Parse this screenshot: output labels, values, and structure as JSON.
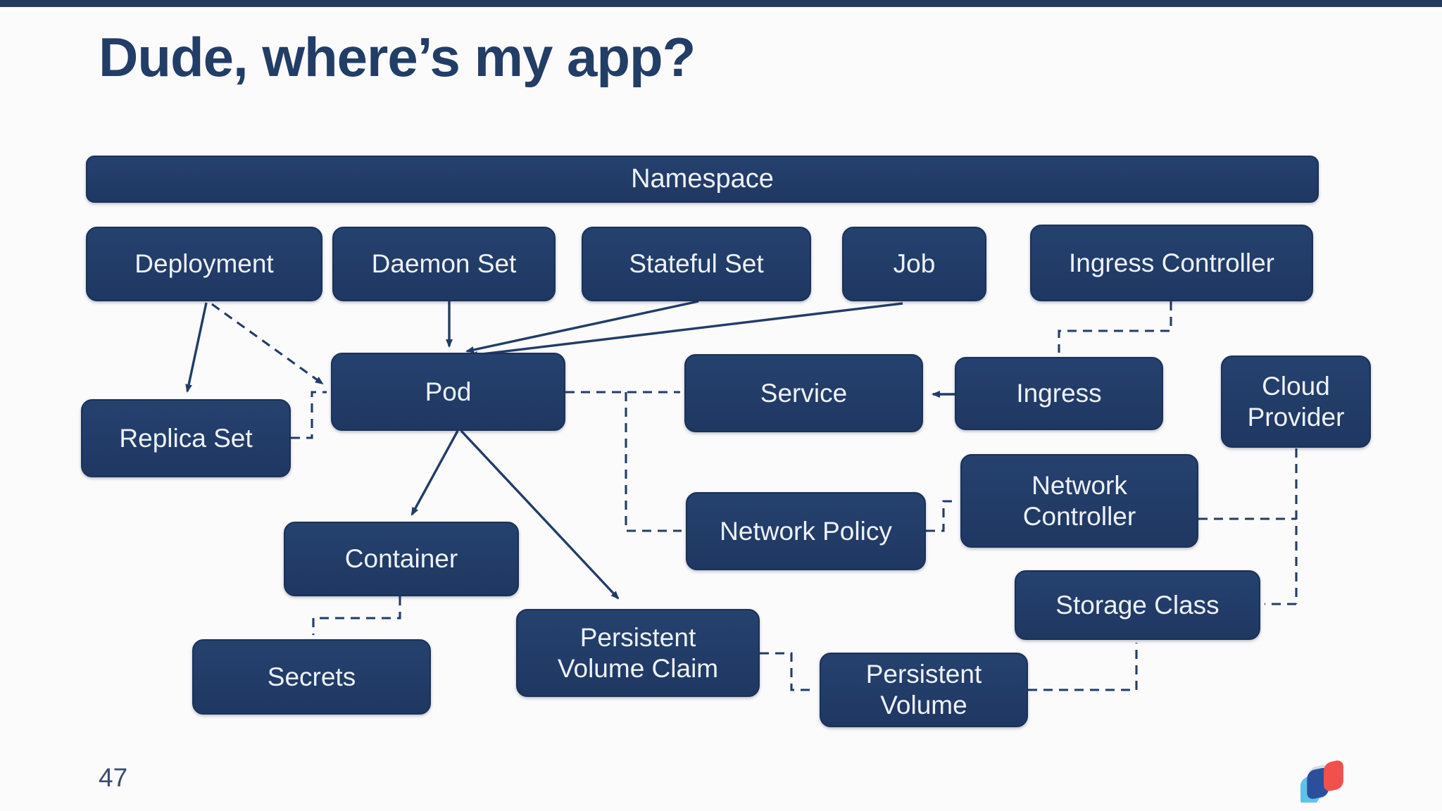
{
  "slide": {
    "title": "Dude, where’s my app?",
    "page_number": "47"
  },
  "theme": {
    "top_bar_color": "#233a5e",
    "node_fill": "#213c67",
    "node_text_color": "#eef2f8",
    "connector_color": "#223c68",
    "title_color": "#223d66",
    "background": "#fbfbfc"
  },
  "diagram": {
    "nodes": {
      "namespace": {
        "label": "Namespace"
      },
      "deployment": {
        "label": "Deployment"
      },
      "daemon-set": {
        "label": "Daemon Set"
      },
      "stateful-set": {
        "label": "Stateful Set"
      },
      "job": {
        "label": "Job"
      },
      "ingress-controller": {
        "label": "Ingress Controller"
      },
      "pod": {
        "label": "Pod"
      },
      "replica-set": {
        "label": "Replica Set"
      },
      "service": {
        "label": "Service"
      },
      "ingress": {
        "label": "Ingress"
      },
      "cloud-provider": {
        "label": "Cloud Provider"
      },
      "network-policy": {
        "label": "Network Policy"
      },
      "network-controller": {
        "label": "Network Controller"
      },
      "container": {
        "label": "Container"
      },
      "storage-class": {
        "label": "Storage Class"
      },
      "secrets": {
        "label": "Secrets"
      },
      "persistent-volume-claim": {
        "label": "Persistent Volume Claim"
      },
      "persistent-volume": {
        "label": "Persistent Volume"
      }
    },
    "edges": [
      {
        "from": "Daemon Set",
        "to": "Pod",
        "style": "solid-arrow"
      },
      {
        "from": "Stateful Set",
        "to": "Pod",
        "style": "solid-arrow"
      },
      {
        "from": "Job",
        "to": "Pod",
        "style": "solid-arrow"
      },
      {
        "from": "Deployment",
        "to": "Replica Set",
        "style": "solid-arrow"
      },
      {
        "from": "Deployment",
        "to": "Pod",
        "style": "dashed-arrow"
      },
      {
        "from": "Replica Set",
        "to": "Pod",
        "style": "dashed"
      },
      {
        "from": "Pod",
        "to": "Service",
        "style": "dashed"
      },
      {
        "from": "Pod",
        "to": "Network Policy",
        "style": "dashed"
      },
      {
        "from": "Ingress",
        "to": "Service",
        "style": "solid-arrow"
      },
      {
        "from": "Ingress Controller",
        "to": "Ingress",
        "style": "dashed"
      },
      {
        "from": "Network Policy",
        "to": "Network Controller",
        "style": "dashed"
      },
      {
        "from": "Network Controller",
        "to": "Cloud Provider",
        "style": "dashed"
      },
      {
        "from": "Cloud Provider",
        "to": "Storage Class",
        "style": "dashed"
      },
      {
        "from": "Pod",
        "to": "Container",
        "style": "solid-arrow"
      },
      {
        "from": "Pod",
        "to": "Persistent Volume Claim",
        "style": "solid-arrow"
      },
      {
        "from": "Container",
        "to": "Secrets",
        "style": "dashed"
      },
      {
        "from": "Persistent Volume Claim",
        "to": "Persistent Volume",
        "style": "dashed"
      },
      {
        "from": "Persistent Volume",
        "to": "Storage Class",
        "style": "dashed"
      }
    ]
  },
  "footer": {
    "logo": "n-mark-logo"
  }
}
